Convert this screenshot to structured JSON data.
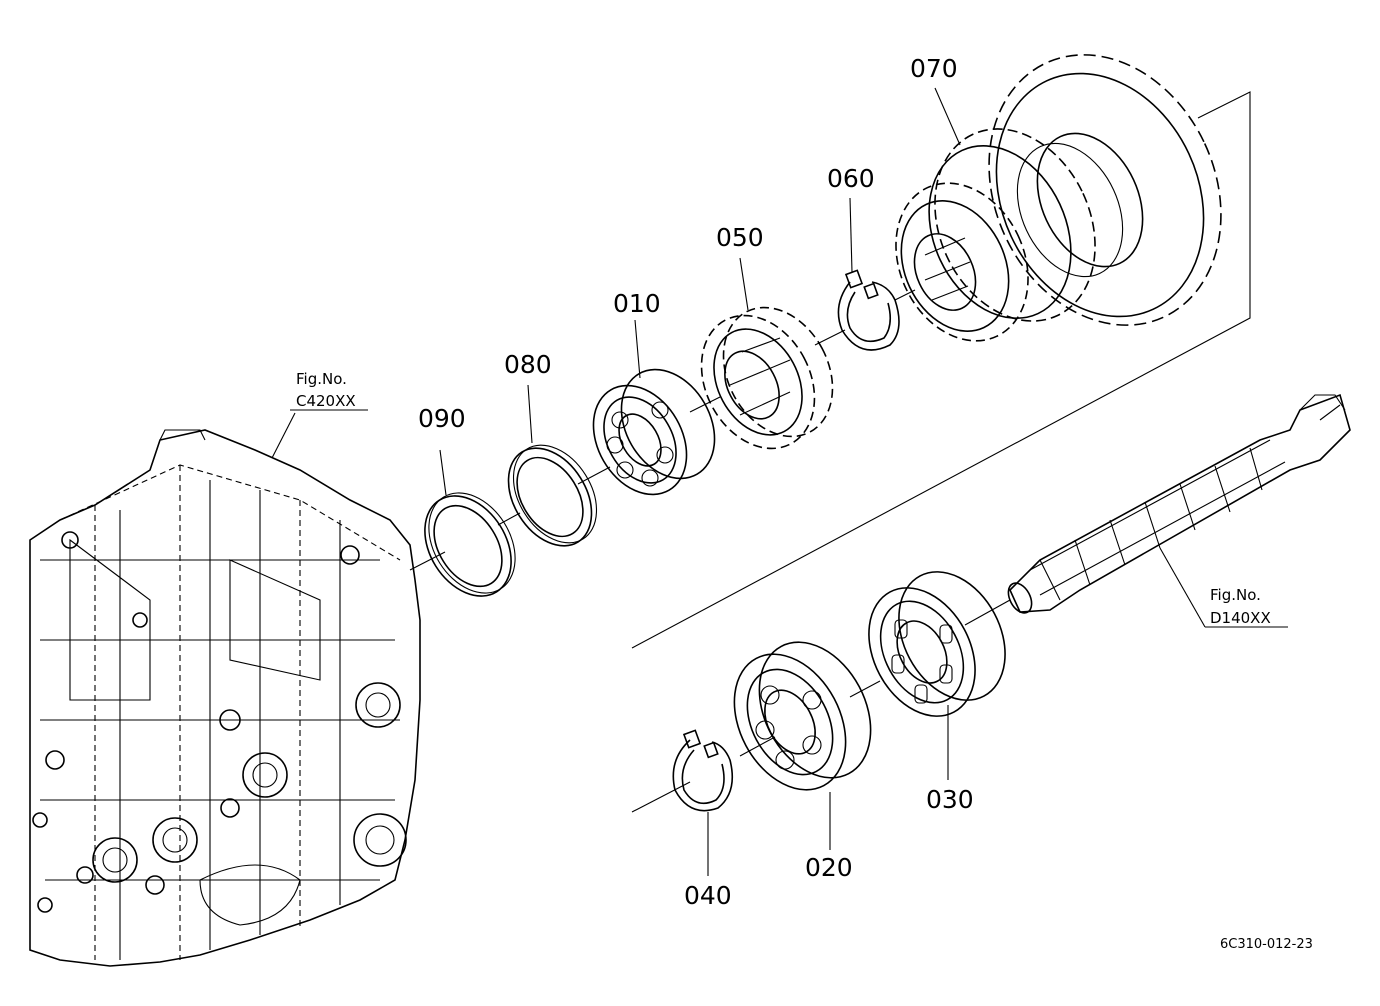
{
  "parts": [
    {
      "id": "p010",
      "label": "010"
    },
    {
      "id": "p020",
      "label": "020"
    },
    {
      "id": "p030",
      "label": "030"
    },
    {
      "id": "p040",
      "label": "040"
    },
    {
      "id": "p050",
      "label": "050"
    },
    {
      "id": "p060",
      "label": "060"
    },
    {
      "id": "p070",
      "label": "070"
    },
    {
      "id": "p080",
      "label": "080"
    },
    {
      "id": "p090",
      "label": "090"
    }
  ],
  "figure_refs": [
    {
      "line1": "Fig.No.",
      "line2": "C420XX"
    },
    {
      "line1": "Fig.No.",
      "line2": "D140XX"
    }
  ],
  "drawing_code": "6C310-012-23"
}
